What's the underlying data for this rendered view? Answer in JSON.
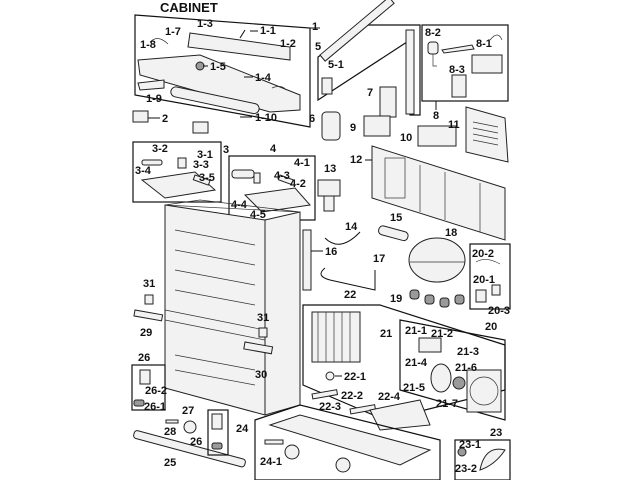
{
  "title": "CABINET",
  "labels": {
    "l1": "1",
    "l1_1": "1-1",
    "l1_2": "1-2",
    "l1_3": "1-3",
    "l1_4": "1-4",
    "l1_5": "1-5",
    "l1_7": "1-7",
    "l1_8": "1-8",
    "l1_9": "1-9",
    "l1_10": "1-10",
    "l2": "2",
    "l3": "3",
    "l3_1": "3-1",
    "l3_2": "3-2",
    "l3_3": "3-3",
    "l3_4": "3-4",
    "l3_5": "3-5",
    "l4": "4",
    "l4_1": "4-1",
    "l4_2": "4-2",
    "l4_3": "4-3",
    "l4_4": "4-4",
    "l4_5": "4-5",
    "l5": "5",
    "l5_1": "5-1",
    "l6": "6",
    "l7": "7",
    "l8": "8",
    "l8_1": "8-1",
    "l8_2": "8-2",
    "l8_3": "8-3",
    "l9": "9",
    "l10": "10",
    "l11": "11",
    "l12": "12",
    "l13": "13",
    "l14": "14",
    "l15": "15",
    "l16": "16",
    "l17": "17",
    "l18": "18",
    "l19": "19",
    "l20": "20",
    "l20_1": "20-1",
    "l20_2": "20-2",
    "l20_3": "20-3",
    "l21": "21",
    "l21_1": "21-1",
    "l21_2": "21-2",
    "l21_3": "21-3",
    "l21_4": "21-4",
    "l21_5": "21-5",
    "l21_6": "21-6",
    "l21_7": "21-7",
    "l22": "22",
    "l22_1": "22-1",
    "l22_2": "22-2",
    "l22_3": "22-3",
    "l22_4": "22-4",
    "l23": "23",
    "l23_1": "23-1",
    "l23_2": "23-2",
    "l24": "24",
    "l24_1": "24-1",
    "l25": "25",
    "l26a": "26",
    "l26_1": "26-1",
    "l26_2": "26-2",
    "l26b": "26",
    "l27": "27",
    "l28": "28",
    "l29": "29",
    "l30": "30",
    "l31a": "31",
    "l31b": "31"
  },
  "colors": {
    "ink": "#111111",
    "paper": "#ffffff",
    "shade": "#9a9a9a"
  }
}
